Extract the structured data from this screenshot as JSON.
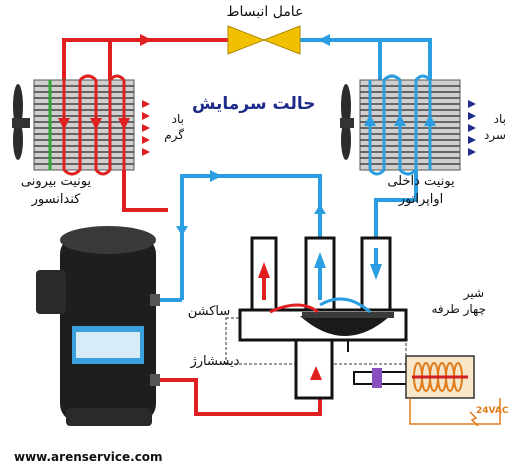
{
  "expansion_valve_label": "عامل انبساط",
  "mode_title": "حالت سرمایش",
  "condenser": {
    "label_line1": "یونیت بیرونی",
    "label_line2": "کندانسور",
    "air_line1": "باد",
    "air_line2": "گرم"
  },
  "evaporator": {
    "label_line1": "یونیت داخلی",
    "label_line2": "اواپراتور",
    "air_line1": "باد",
    "air_line2": "سرد"
  },
  "suction_label": "ساکشن",
  "discharge_label": "دیسشارژ",
  "reversing_valve": {
    "label_line1": "شیر",
    "label_line2": "چهار طرفه"
  },
  "voltage_label": "24VAC",
  "website": "www.arenservice.com",
  "colors": {
    "hot": "#e02020",
    "cold": "#2a9ee0",
    "valve": "#f3c000",
    "title": "#1e2c8a"
  }
}
